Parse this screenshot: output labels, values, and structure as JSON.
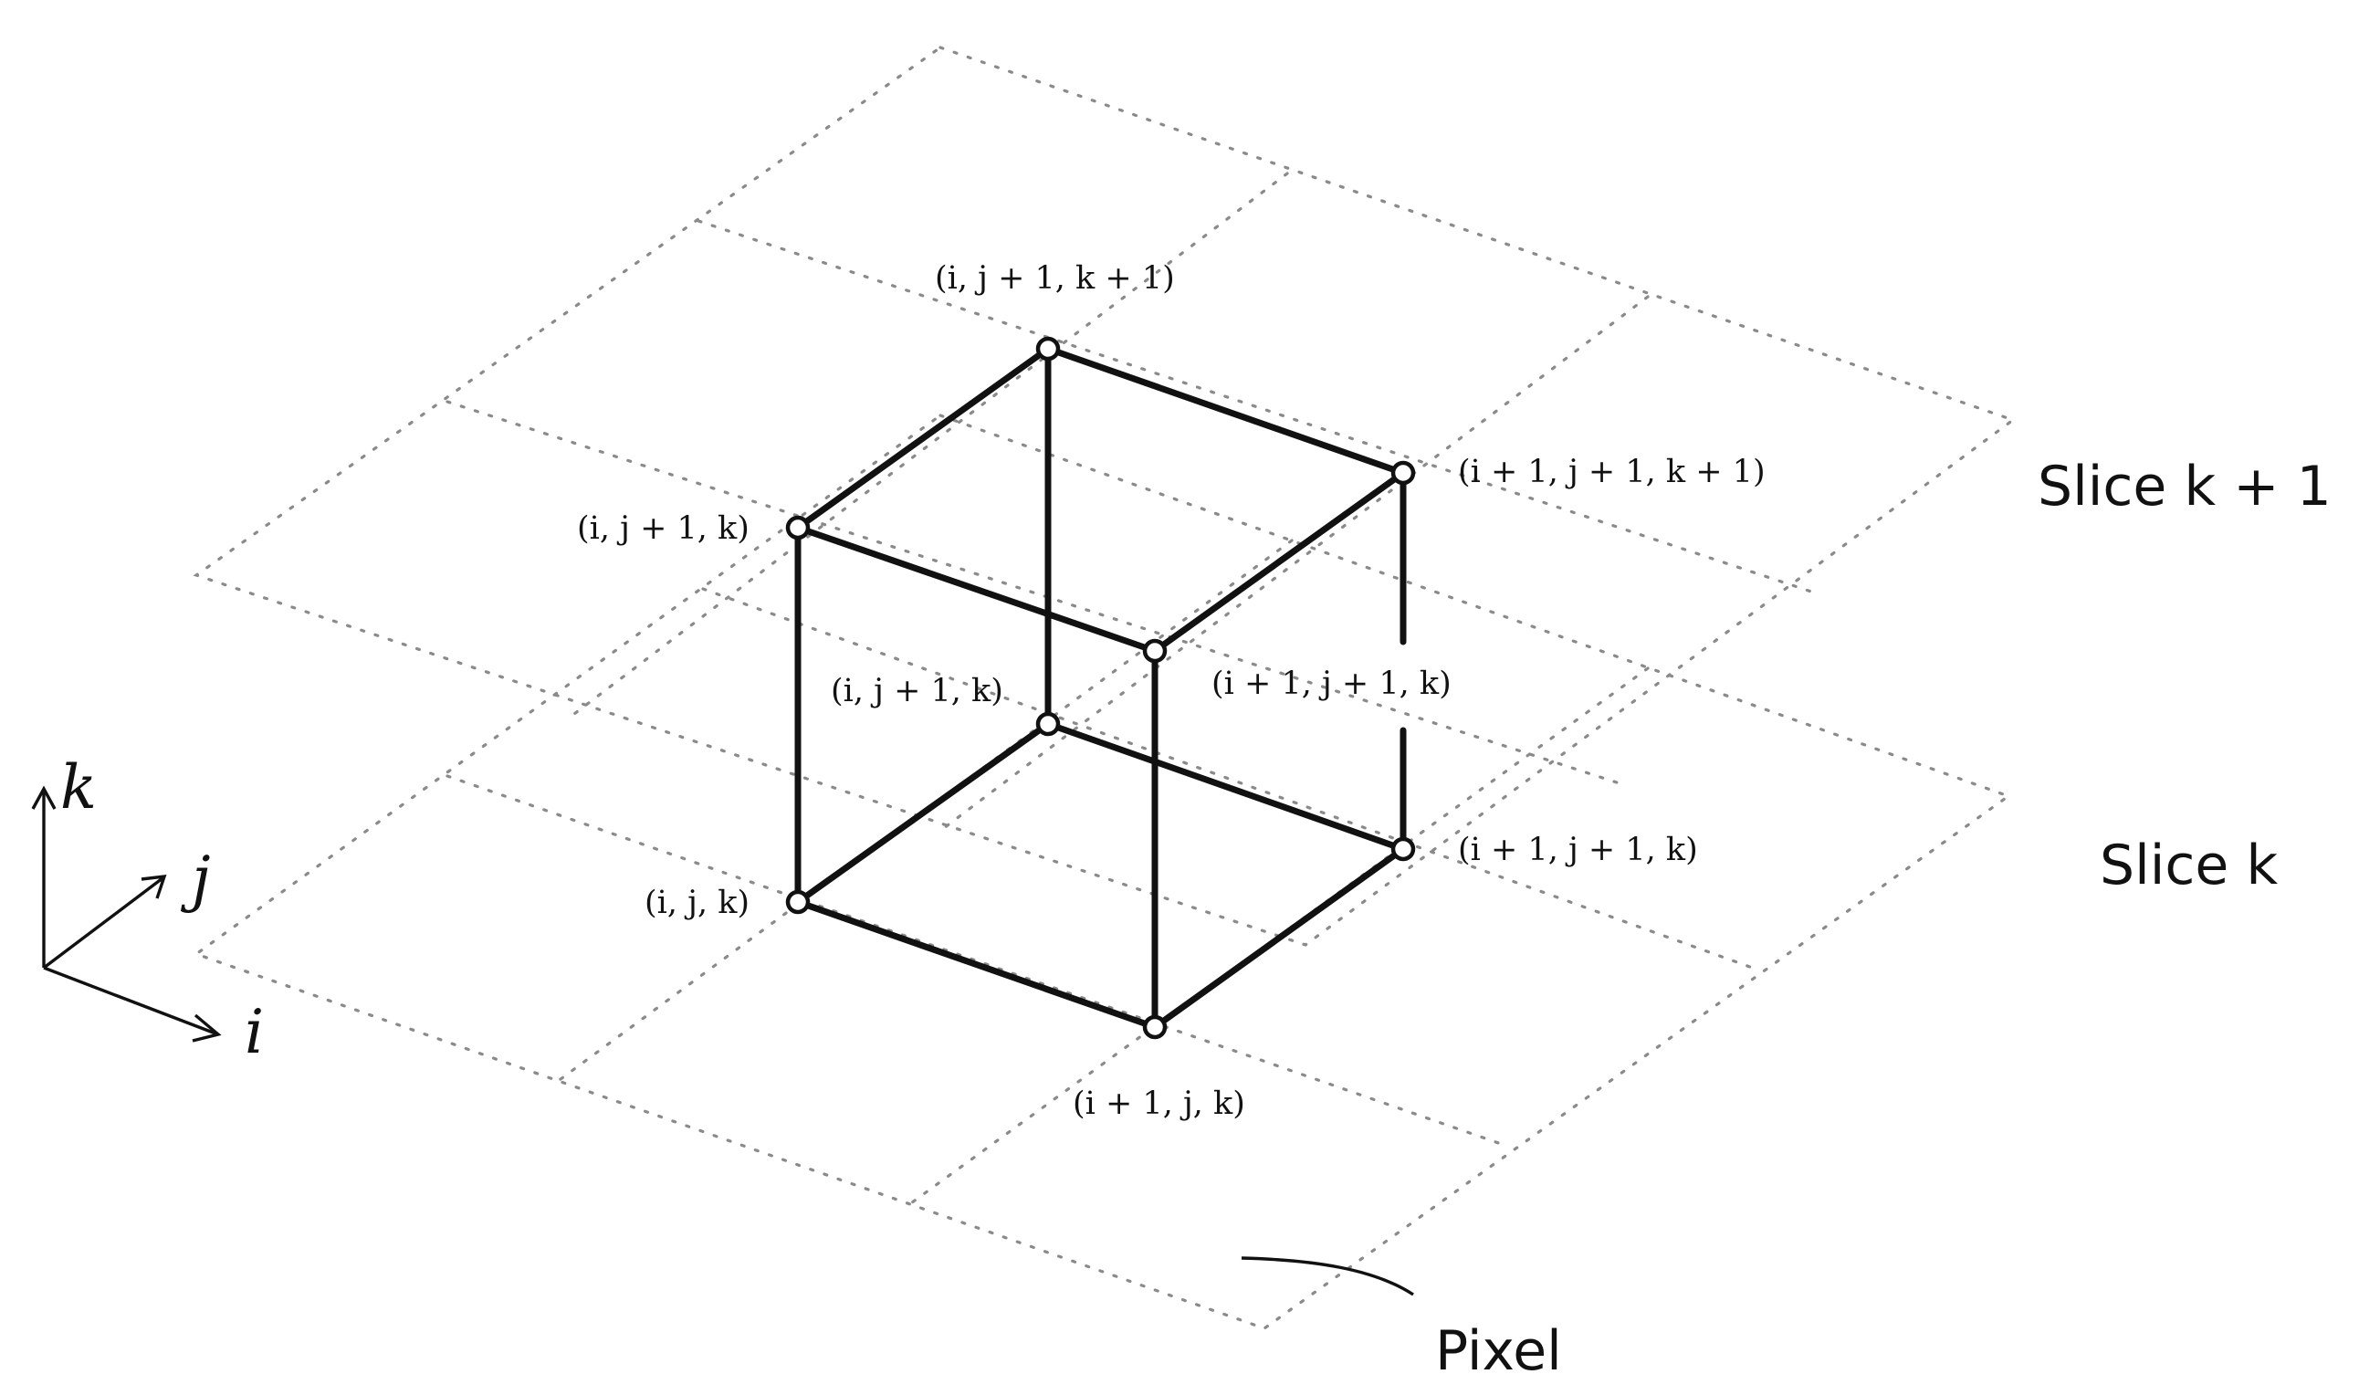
{
  "axes": {
    "k": "k",
    "j": "j",
    "i": "i"
  },
  "slice_labels": {
    "upper": "Slice k + 1",
    "lower": "Slice k"
  },
  "pixel_label": "Pixel",
  "vertex_labels": {
    "top_back": "(i, j + 1, k + 1)",
    "top_right": "(i + 1, j + 1, k + 1)",
    "top_left": "(i, j + 1, k)",
    "top_front": "(i, j + 1, k)",
    "middle_right": "(i + 1, j + 1, k)",
    "bottom_right": "(i + 1, j + 1, k)",
    "bottom_left": "(i, j, k)",
    "bottom_front": "(i + 1, j, k)"
  }
}
